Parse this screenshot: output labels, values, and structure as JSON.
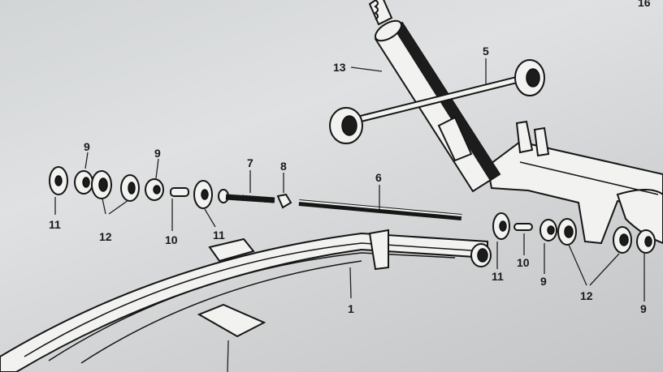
{
  "callouts": {
    "c1": "1",
    "c5": "5",
    "c6": "6",
    "c7": "7",
    "c8": "8",
    "c9a": "9",
    "c9b": "9",
    "c9c": "9",
    "c9d": "9",
    "c10a": "10",
    "c10b": "10",
    "c11a": "11",
    "c11b": "11",
    "c11c": "11",
    "c12a": "12",
    "c12b": "12",
    "c13": "13",
    "c16": "16"
  }
}
